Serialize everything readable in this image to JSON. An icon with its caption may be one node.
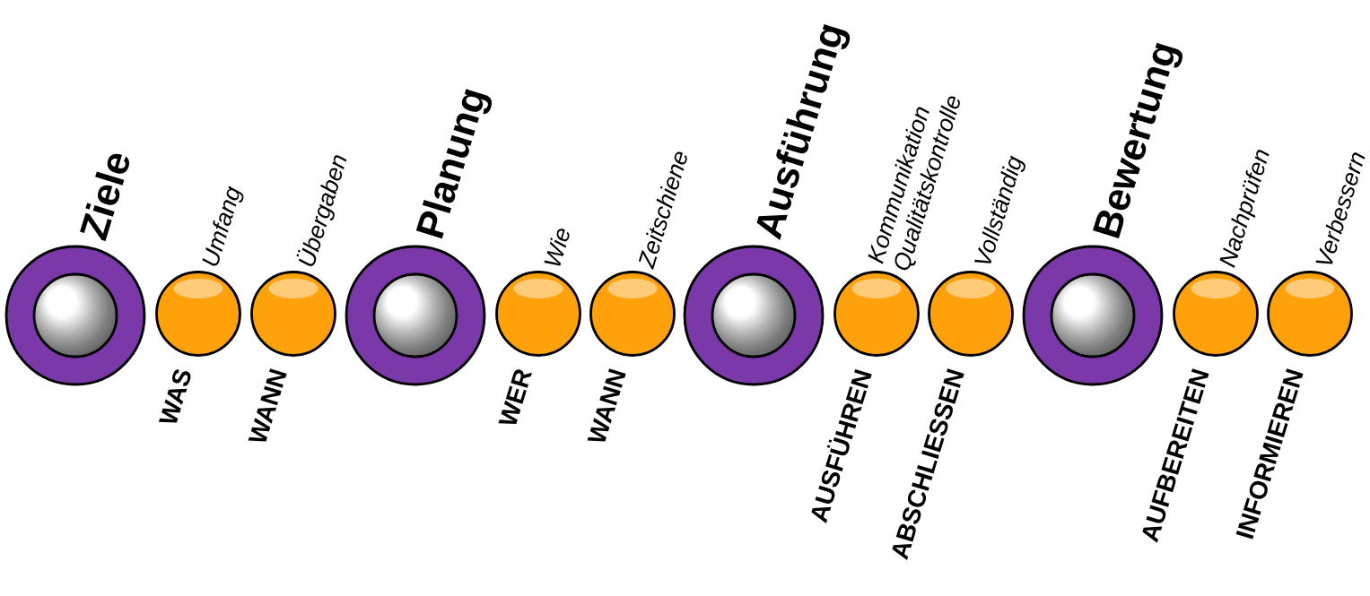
{
  "diagram": {
    "nodes": [
      {
        "text": [
          "Ziele"
        ]
      },
      {
        "text": [
          "Umfang"
        ],
        "beside": [
          "WAS"
        ]
      },
      {
        "text": [
          "Übergaben"
        ],
        "beside": [
          "WANN"
        ]
      },
      {
        "text": [
          "Planung"
        ]
      },
      {
        "text": [
          "Wie"
        ],
        "beside": [
          "WER"
        ]
      },
      {
        "text": [
          "Zeitschiene"
        ],
        "beside": [
          "WANN"
        ]
      },
      {
        "text": [
          "Ausführung"
        ]
      },
      {
        "text": [
          "Kommunikation",
          "Qualitätskontrolle"
        ],
        "beside": [
          "AUSFÜHREN"
        ]
      },
      {
        "text": [
          "Vollständig"
        ],
        "beside": [
          "ABSCHLIESSEN"
        ]
      },
      {
        "text": [
          "Bewertung"
        ]
      },
      {
        "text": [
          "Nachprüfen"
        ],
        "beside": [
          "AUFBEREITEN"
        ]
      },
      {
        "text": [
          "Verbessern"
        ],
        "beside": [
          "INFORMIEREN"
        ]
      }
    ]
  }
}
